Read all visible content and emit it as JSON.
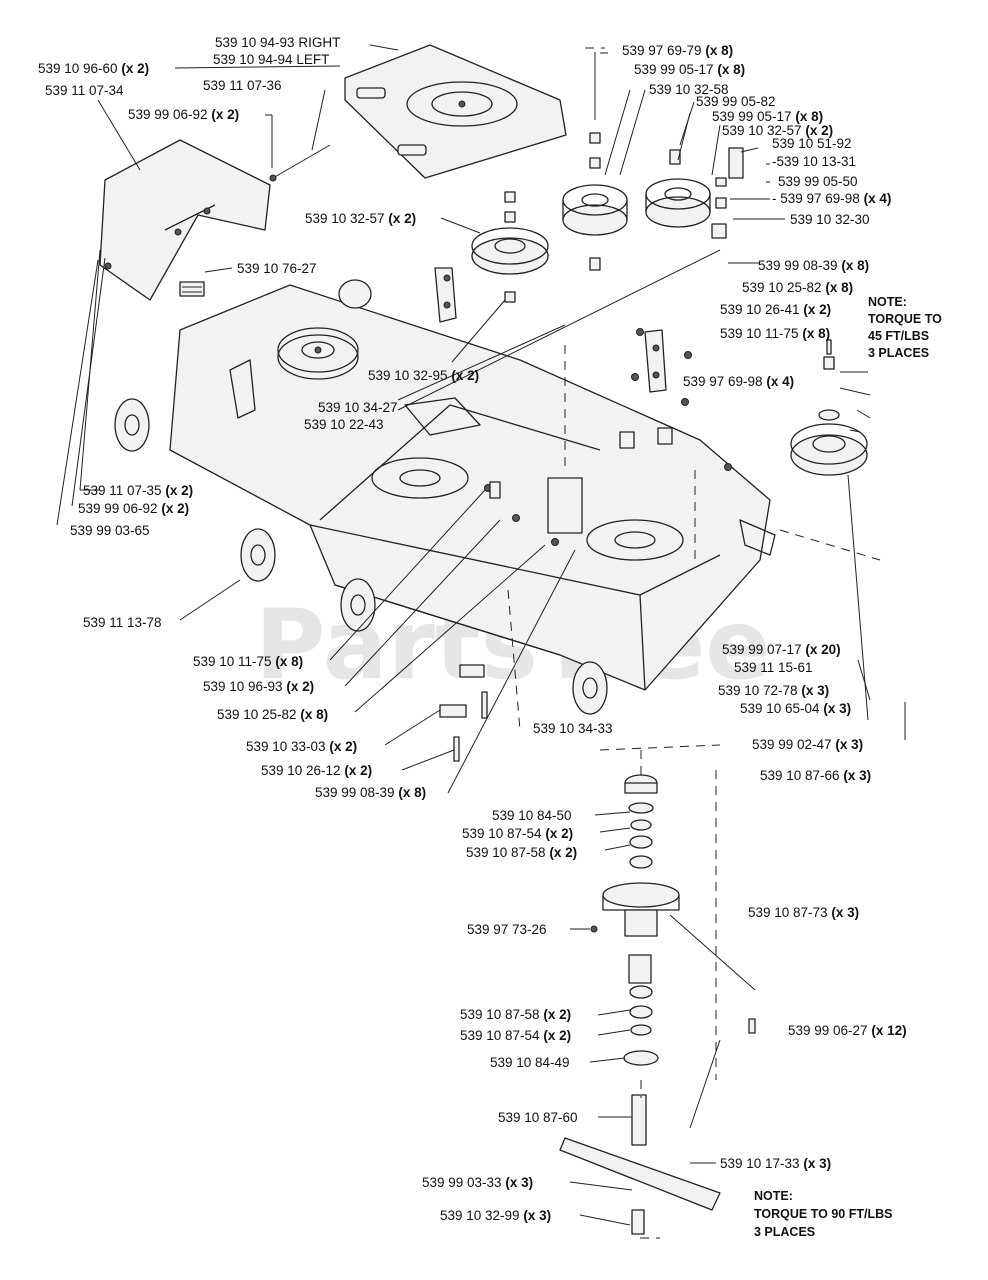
{
  "watermark": "PartsTree",
  "parts": [
    {
      "no": "539 10 94-93 RIGHT",
      "qty": ""
    },
    {
      "no": "539 10 94-94 LEFT",
      "qty": ""
    },
    {
      "no": "539 10 96-60",
      "qty": "(x 2)"
    },
    {
      "no": "539 11 07-34",
      "qty": ""
    },
    {
      "no": "539 11 07-36",
      "qty": ""
    },
    {
      "no": "539 99 06-92",
      "qty": "(x 2)"
    },
    {
      "no": "539 97 69-79",
      "qty": "(x 8)"
    },
    {
      "no": "539 99 05-17",
      "qty": "(x 8)"
    },
    {
      "no": "539 10 32-58",
      "qty": ""
    },
    {
      "no": "539 99 05-82",
      "qty": ""
    },
    {
      "no": "539 99 05-17",
      "qty": "(x 8)"
    },
    {
      "no": "539 10 32-57",
      "qty": "(x 2)"
    },
    {
      "no": "539 10 51-92",
      "qty": ""
    },
    {
      "no": "-539 10 13-31",
      "qty": ""
    },
    {
      "no": "539 99 05-50",
      "qty": ""
    },
    {
      "no": "- 539 97 69-98",
      "qty": "(x 4)"
    },
    {
      "no": "539 10 32-30",
      "qty": ""
    },
    {
      "no": "539 10 32-57",
      "qty": "(x 2)"
    },
    {
      "no": "539 99 08-39",
      "qty": "(x 8)"
    },
    {
      "no": "539 10 76-27",
      "qty": ""
    },
    {
      "no": "539 10 25-82",
      "qty": "(x 8)"
    },
    {
      "no": "539 10 26-41",
      "qty": "(x 2)"
    },
    {
      "no": "539 10 11-75",
      "qty": "(x 8)"
    },
    {
      "no": "539 10 32-95",
      "qty": "(x 2)"
    },
    {
      "no": "539 97 69-98",
      "qty": "(x 4)"
    },
    {
      "no": "539 10 34-27",
      "qty": ""
    },
    {
      "no": "539 10 22-43",
      "qty": ""
    },
    {
      "no": "539 11 07-35",
      "qty": "(x 2)"
    },
    {
      "no": "539 99 06-92",
      "qty": "(x 2)"
    },
    {
      "no": "539 99 03-65",
      "qty": ""
    },
    {
      "no": "539 11 13-78",
      "qty": ""
    },
    {
      "no": "539 99 07-17",
      "qty": "(x 20)"
    },
    {
      "no": "539 11 15-61",
      "qty": ""
    },
    {
      "no": "539 10 11-75",
      "qty": "(x 8)"
    },
    {
      "no": "539 10 96-93",
      "qty": "(x 2)"
    },
    {
      "no": "539 10 72-78",
      "qty": "(x 3)"
    },
    {
      "no": "539 10 65-04",
      "qty": "(x 3)"
    },
    {
      "no": "539 10 25-82",
      "qty": "(x 8)"
    },
    {
      "no": "539 10 34-33",
      "qty": ""
    },
    {
      "no": "539 10 33-03",
      "qty": "(x 2)"
    },
    {
      "no": "539 99 02-47",
      "qty": "(x 3)"
    },
    {
      "no": "539 10 26-12",
      "qty": "(x 2)"
    },
    {
      "no": "539 10 87-66",
      "qty": "(x 3)"
    },
    {
      "no": "539 99 08-39",
      "qty": "(x 8)"
    },
    {
      "no": "539 10 84-50",
      "qty": ""
    },
    {
      "no": "539 10 87-54",
      "qty": "(x 2)"
    },
    {
      "no": "539 10 87-58",
      "qty": "(x 2)"
    },
    {
      "no": "539 10 87-73",
      "qty": "(x 3)"
    },
    {
      "no": "539 97 73-26",
      "qty": ""
    },
    {
      "no": "539 10 87-58",
      "qty": "(x 2)"
    },
    {
      "no": "539 10 87-54",
      "qty": "(x 2)"
    },
    {
      "no": "539 99 06-27",
      "qty": "(x 12)"
    },
    {
      "no": "539 10 84-49",
      "qty": ""
    },
    {
      "no": "539 10 87-60",
      "qty": ""
    },
    {
      "no": "539 10 17-33",
      "qty": "(x 3)"
    },
    {
      "no": "539 99 03-33",
      "qty": "(x 3)"
    },
    {
      "no": "539 10 32-99",
      "qty": "(x 3)"
    }
  ],
  "notes": [
    {
      "lines": [
        "NOTE:",
        "TORQUE TO",
        "45 FT/LBS",
        "3 PLACES"
      ]
    },
    {
      "lines": [
        "NOTE:",
        "TORQUE TO 90 FT/LBS",
        "3 PLACES"
      ]
    }
  ]
}
